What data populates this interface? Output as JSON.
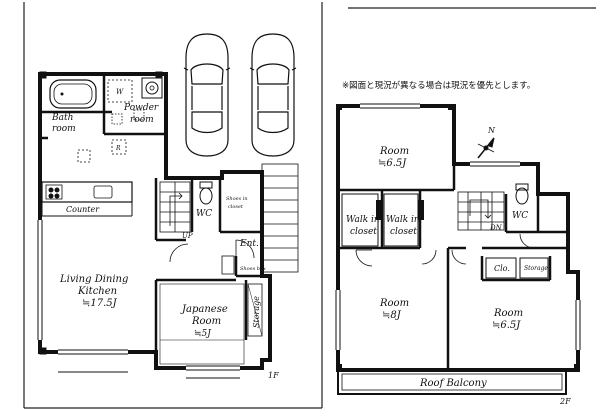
{
  "note": "※図面と現況が異なる場合は現況を優先とします。",
  "compass": {
    "label": "N"
  },
  "floor1": {
    "label": "1F",
    "rooms": {
      "bath": "Bath room",
      "powder": "Powder room",
      "ldk": "Living Dining Kitchen",
      "ldk_size": "≒17.5J",
      "counter": "Counter",
      "wc": "WC",
      "shoes_closet": "Shoes in closet",
      "up": "UP",
      "ent": "Ent.",
      "japanese": "Japanese Room",
      "japanese_size": "≒5J",
      "shoes_box": "Shoes box",
      "storage": "Storage"
    },
    "fixture_labels": {
      "washer": "W",
      "fridge": "R"
    }
  },
  "floor2": {
    "label": "2F",
    "rooms": {
      "room_top": "Room",
      "room_top_size": "≒6.5J",
      "walk_in_1": "Walk in closet",
      "walk_in_2": "Walk in closet",
      "wc": "WC",
      "dn": "DN",
      "clo": "Clo.",
      "storage": "Storage",
      "room_left": "Room",
      "room_left_size": "≒8J",
      "room_right": "Room",
      "room_right_size": "≒6.5J",
      "balcony": "Roof Balcony"
    }
  },
  "parking": {
    "cars": 2
  }
}
